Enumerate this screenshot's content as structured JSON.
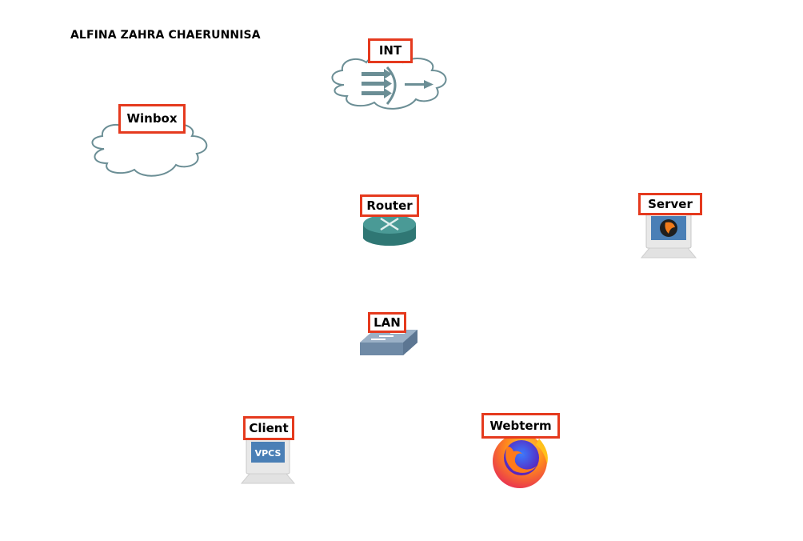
{
  "canvas": {
    "title": "ALFINA ZAHRA CHAERUNNISA"
  },
  "nodes": [
    {
      "id": "int",
      "label": "INT",
      "type": "cloud-nat",
      "icon": "cloud-nat-icon"
    },
    {
      "id": "winbox",
      "label": "Winbox",
      "type": "cloud",
      "icon": "cloud-icon"
    },
    {
      "id": "router",
      "label": "Router",
      "type": "router",
      "icon": "router-icon"
    },
    {
      "id": "server",
      "label": "Server",
      "type": "qemu-host",
      "icon": "qemu-computer-icon"
    },
    {
      "id": "lan",
      "label": "LAN",
      "type": "switch",
      "icon": "switch-icon"
    },
    {
      "id": "client",
      "label": "Client",
      "type": "vpcs",
      "icon": "vpcs-computer-icon",
      "screen_text": "VPCS"
    },
    {
      "id": "webterm",
      "label": "Webterm",
      "type": "firefox",
      "icon": "firefox-icon"
    }
  ],
  "colors": {
    "label_border": "#e53a1e",
    "cloud_stroke": "#6b8e95",
    "router": "#3c8a86",
    "switch": "#7d98b3"
  }
}
